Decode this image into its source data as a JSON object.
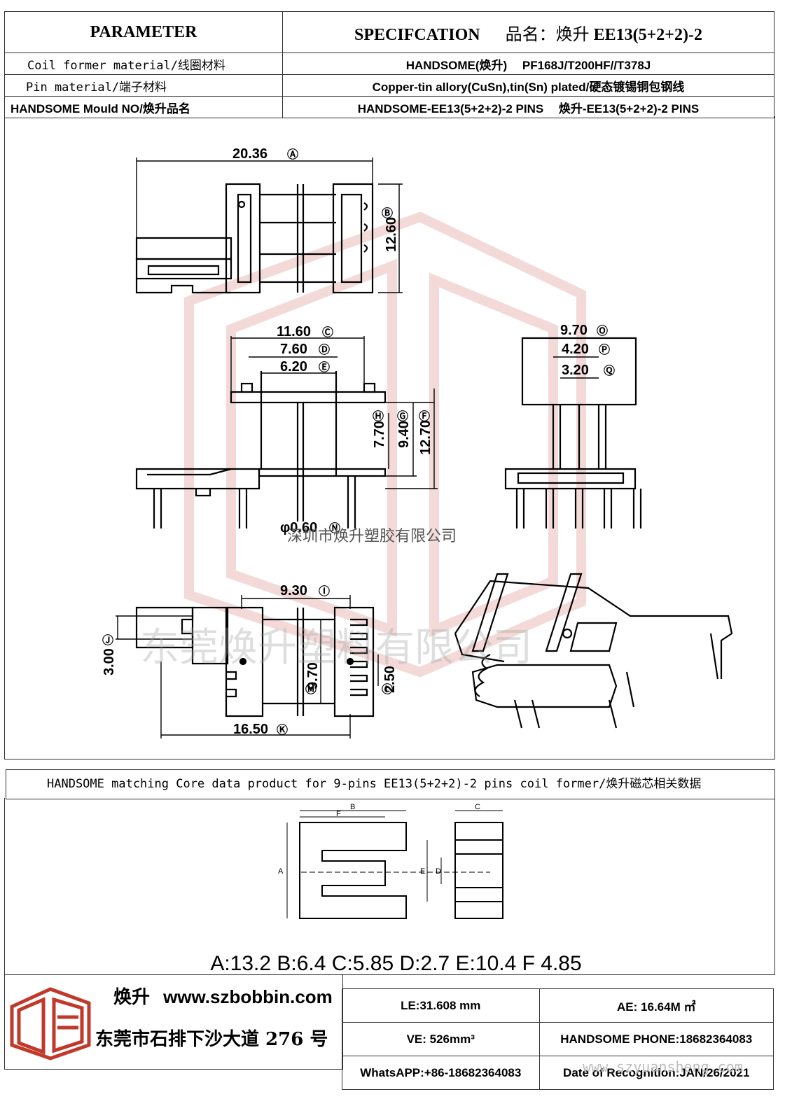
{
  "header": {
    "parameter": "PARAMETER",
    "specification": "SPECIFCATION",
    "product_label": "品名：焕升",
    "product_code": "EE13(5+2+2)-2"
  },
  "rows": [
    {
      "label": "Coil former material/线圈材料",
      "value": "HANDSOME(焕升)　 PF168J/T200HF//T378J"
    },
    {
      "label": "Pin material/端子材料",
      "value": "Copper-tin allory(CuSn),tin(Sn) plated/硬态镀锡铜包钢线"
    },
    {
      "label": "HANDSOME Mould NO/焕升品名",
      "value": "HANDSOME-EE13(5+2+2)-2 PINS　 焕升-EE13(5+2+2)-2 PINS"
    }
  ],
  "drawing": {
    "A": "20.36",
    "B": "12.60",
    "C": "11.60",
    "D": "7.60",
    "E": "6.20",
    "F": "12.70",
    "G": "9.40",
    "H": "7.70",
    "N": "φ0.60",
    "O": "9.70",
    "P": "4.20",
    "Q": "3.20",
    "I": "9.30",
    "J": "3.00",
    "K": "16.50",
    "L": "2.50",
    "M": "9.70"
  },
  "watermarks": {
    "company1": "深圳市焕升塑胶有限公司",
    "company2": "东莞焕升塑料有限公司",
    "site": "www.szyuansheng.com"
  },
  "core_line": "HANDSOME matching Core data  product for 9-pins EE13(5+2+2)-2 pins coil former/焕升磁芯相关数据",
  "core_labels": {
    "a": "A",
    "b": "B",
    "c": "C",
    "d": "D",
    "e": "E",
    "f": "F"
  },
  "core_dims": "A:13.2 B:6.4 C:5.85 D:2.7 E:10.4 F 4.85",
  "footer": {
    "brand": "焕升",
    "website": "www.szbobbin.com",
    "address": "东莞市石排下沙大道 276 号",
    "le": "LE:31.608 mm",
    "ae": "AE: 16.64M ㎡",
    "ve": "VE: 526mm³",
    "phone": "HANDSOME PHONE:18682364083",
    "whatsapp": "WhatsAPP:+86-18682364083",
    "date": "Date of Recognition:JAN/26/2021"
  },
  "colors": {
    "accent": "#c0392b",
    "line": "#333333"
  }
}
